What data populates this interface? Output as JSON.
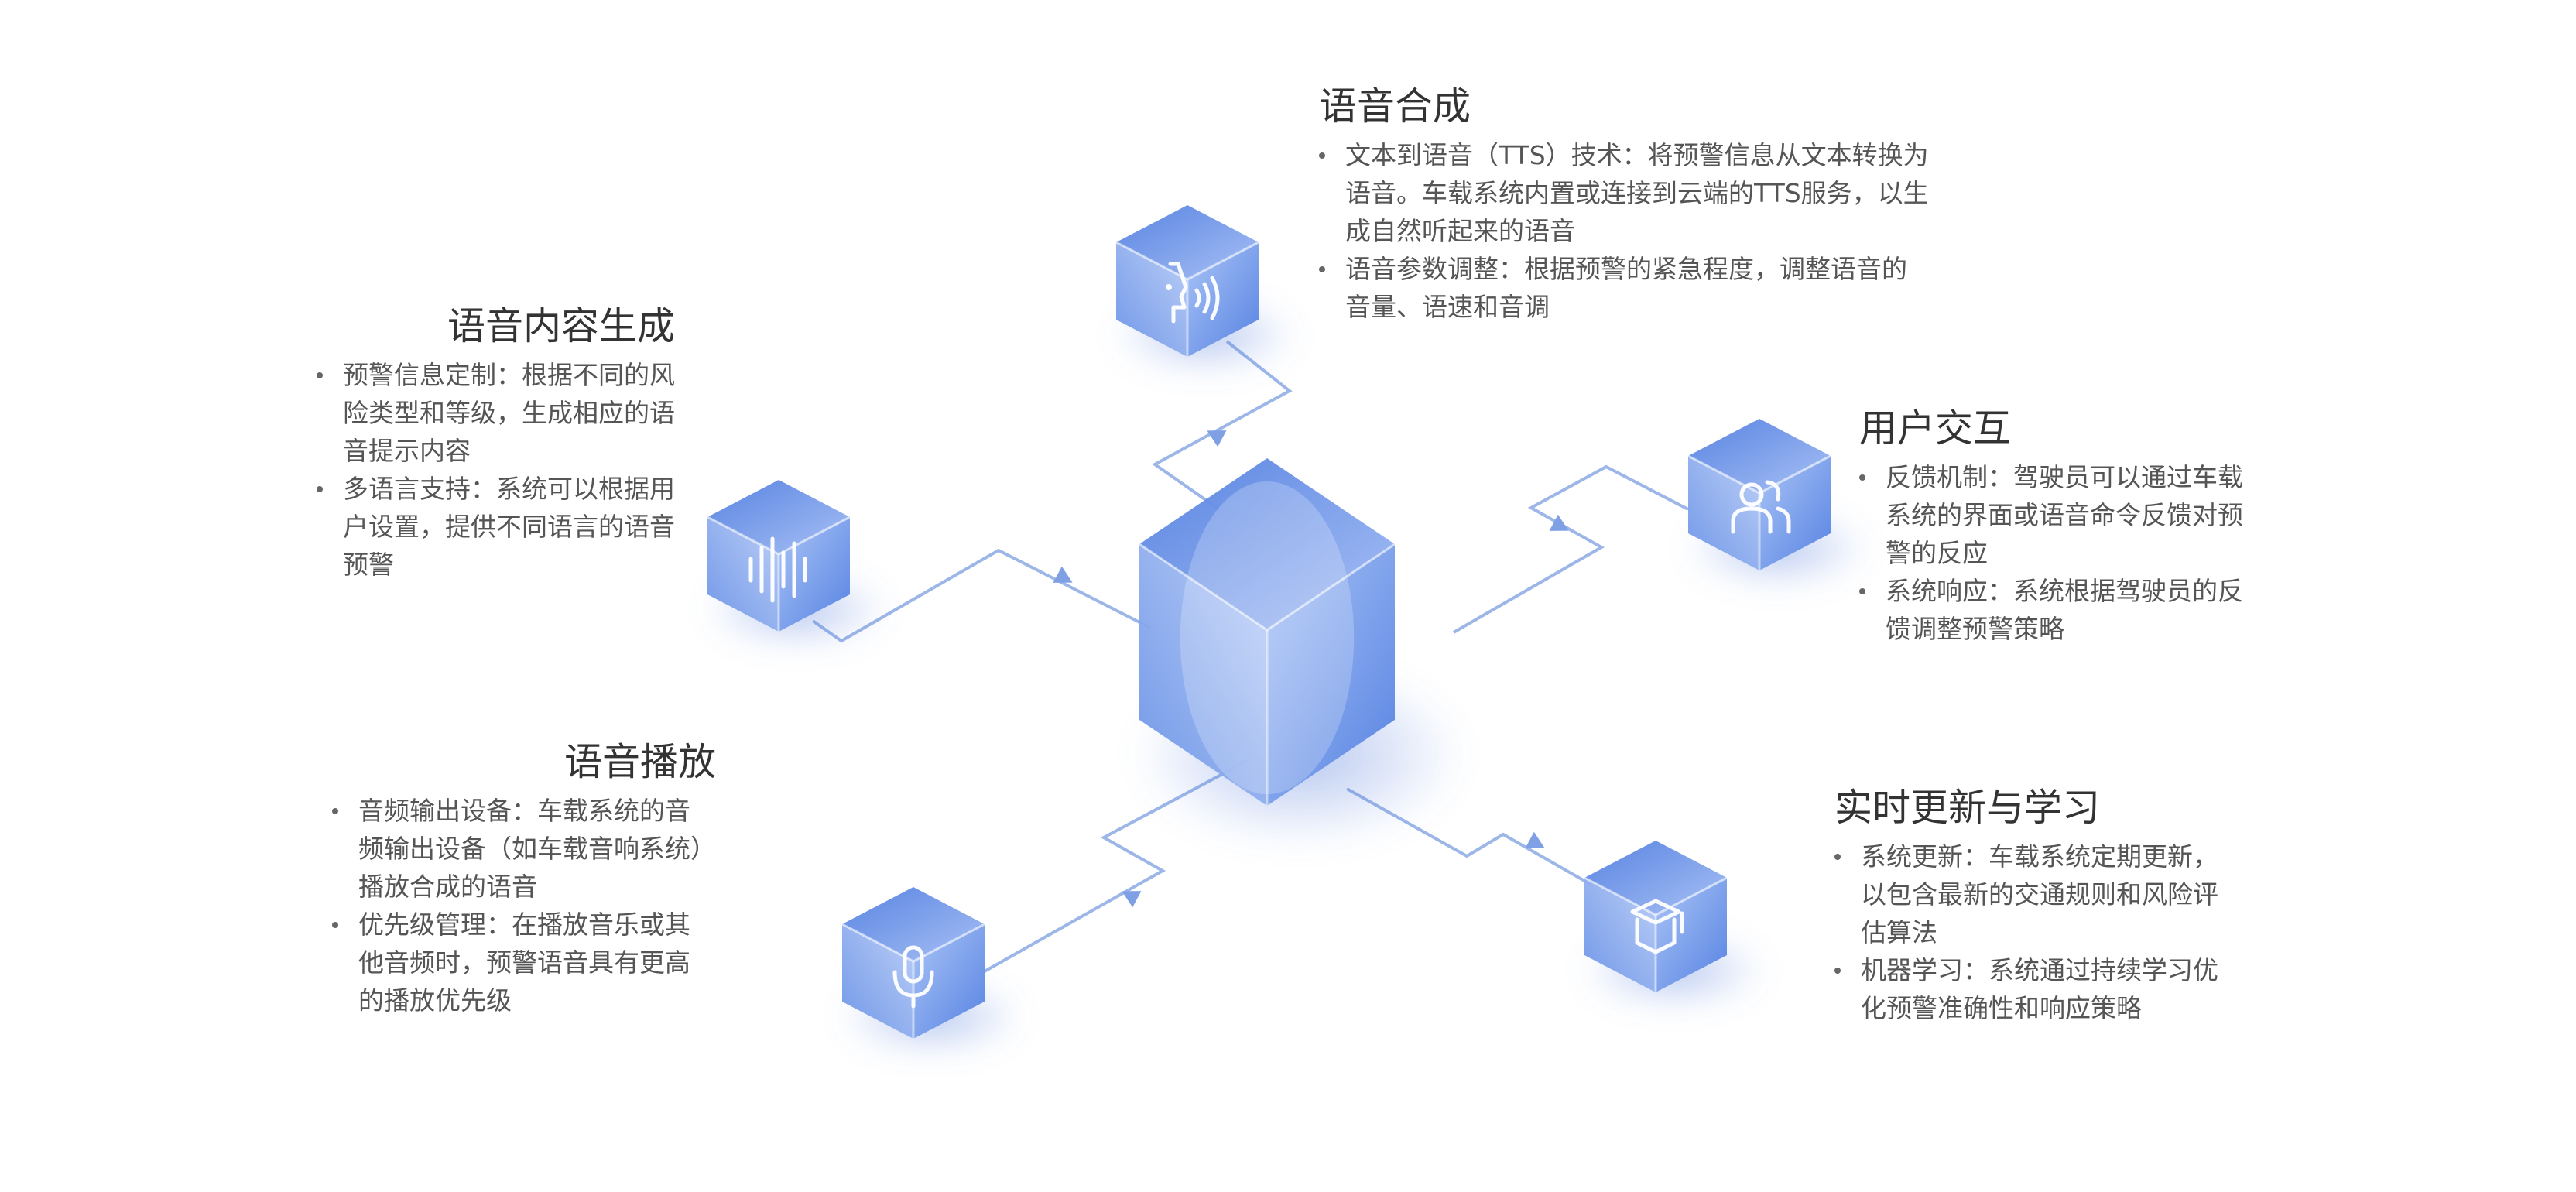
{
  "colors": {
    "cube_dark": "#4f7de0",
    "cube_light": "#b9cdf7",
    "connector": "#9cb6e8",
    "title": "#333333",
    "body": "#555555"
  },
  "sections": {
    "synthesis": {
      "title": "语音合成",
      "icon": "speaking-head-icon",
      "items": [
        {
          "lines": [
            "文本到语音（TTS）技术：将预警信息从文本转换为",
            "语音。车载系统内置或连接到云端的TTS服务，以生",
            "成自然听起来的语音"
          ]
        },
        {
          "lines": [
            "语音参数调整：根据预警的紧急程度，调整语音的",
            "音量、语速和音调"
          ]
        }
      ]
    },
    "content": {
      "title": "语音内容生成",
      "icon": "sound-wave-icon",
      "items": [
        {
          "lines": [
            "预警信息定制：根据不同的风",
            "险类型和等级，生成相应的语",
            "音提示内容"
          ]
        },
        {
          "lines": [
            "多语言支持：系统可以根据用",
            "户设置，提供不同语言的语音",
            "预警"
          ]
        }
      ]
    },
    "interaction": {
      "title": "用户交互",
      "icon": "users-icon",
      "items": [
        {
          "lines": [
            "反馈机制：驾驶员可以通过车载",
            "系统的界面或语音命令反馈对预",
            "警的反应"
          ]
        },
        {
          "lines": [
            "系统响应：系统根据驾驶员的反",
            "馈调整预警策略"
          ]
        }
      ]
    },
    "playback": {
      "title": "语音播放",
      "icon": "microphone-icon",
      "items": [
        {
          "lines": [
            "音频输出设备：车载系统的音",
            "频输出设备（如车载音响系统）",
            "播放合成的语音"
          ]
        },
        {
          "lines": [
            "优先级管理：在播放音乐或其",
            "他音频时，预警语音具有更高",
            "的播放优先级"
          ]
        }
      ]
    },
    "learning": {
      "title": "实时更新与学习",
      "icon": "graduation-cap-icon",
      "items": [
        {
          "lines": [
            "系统更新：车载系统定期更新，",
            "以包含最新的交通规则和风险评",
            "估算法"
          ]
        },
        {
          "lines": [
            "机器学习：系统通过持续学习优",
            "化预警准确性和响应策略"
          ]
        }
      ]
    }
  }
}
